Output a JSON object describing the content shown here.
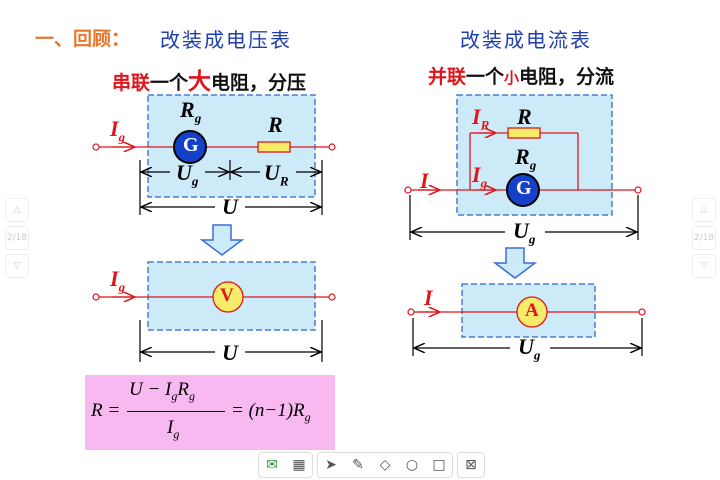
{
  "slide": {
    "heading": "一、回顾：",
    "left_title": "改装成电压表",
    "right_title": "改装成电流表",
    "left_sub": {
      "a": "串联",
      "b": "一个",
      "c": "大",
      "d": "电阻，分压"
    },
    "right_sub": {
      "a": "并联",
      "b": "一个",
      "c": "小",
      "d": "电阻，分流"
    },
    "labels": {
      "I": "I",
      "g": "g",
      "R": "R",
      "U": "U",
      "G": "G",
      "V": "V",
      "A": "A"
    },
    "formula": {
      "lhs": "R =",
      "num": "U − I",
      "num_sub_g": "g",
      "num_R": "R",
      "den": "I",
      "eq2": "= (n−1)R"
    }
  },
  "nav": {
    "page": "2/18"
  },
  "toolbar": {
    "icons": [
      "mail-icon",
      "grid-icon",
      "pointer-icon",
      "pen-icon",
      "eraser-icon",
      "search-icon",
      "whiteboard-icon",
      "exit-presentation-icon"
    ]
  },
  "colors": {
    "red": "#e0151b",
    "blue": "#1f3fb0",
    "box": "#cdeaf8",
    "pink": "#f7b9ef"
  }
}
